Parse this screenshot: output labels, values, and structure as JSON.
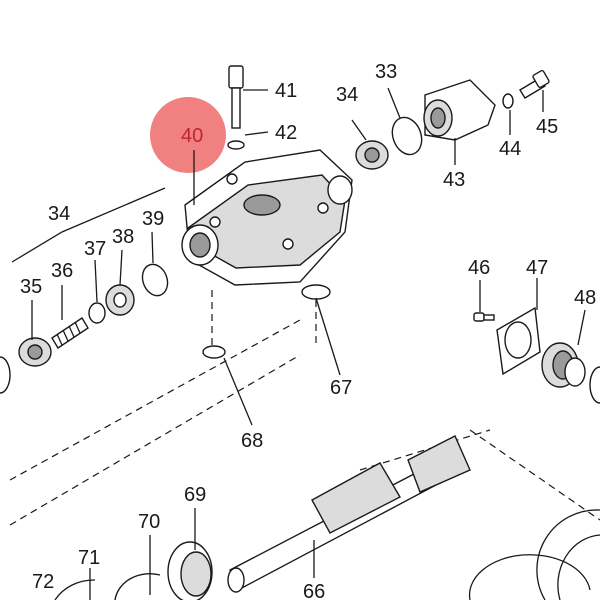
{
  "diagram": {
    "highlight_color": "#ef6b6b",
    "highlighted_part": "40",
    "callouts": [
      "40",
      "41",
      "42",
      "33",
      "34",
      "43",
      "44",
      "45",
      "34",
      "35",
      "36",
      "37",
      "38",
      "39",
      "46",
      "47",
      "48",
      "67",
      "68",
      "66",
      "69",
      "70",
      "71",
      "72"
    ]
  }
}
